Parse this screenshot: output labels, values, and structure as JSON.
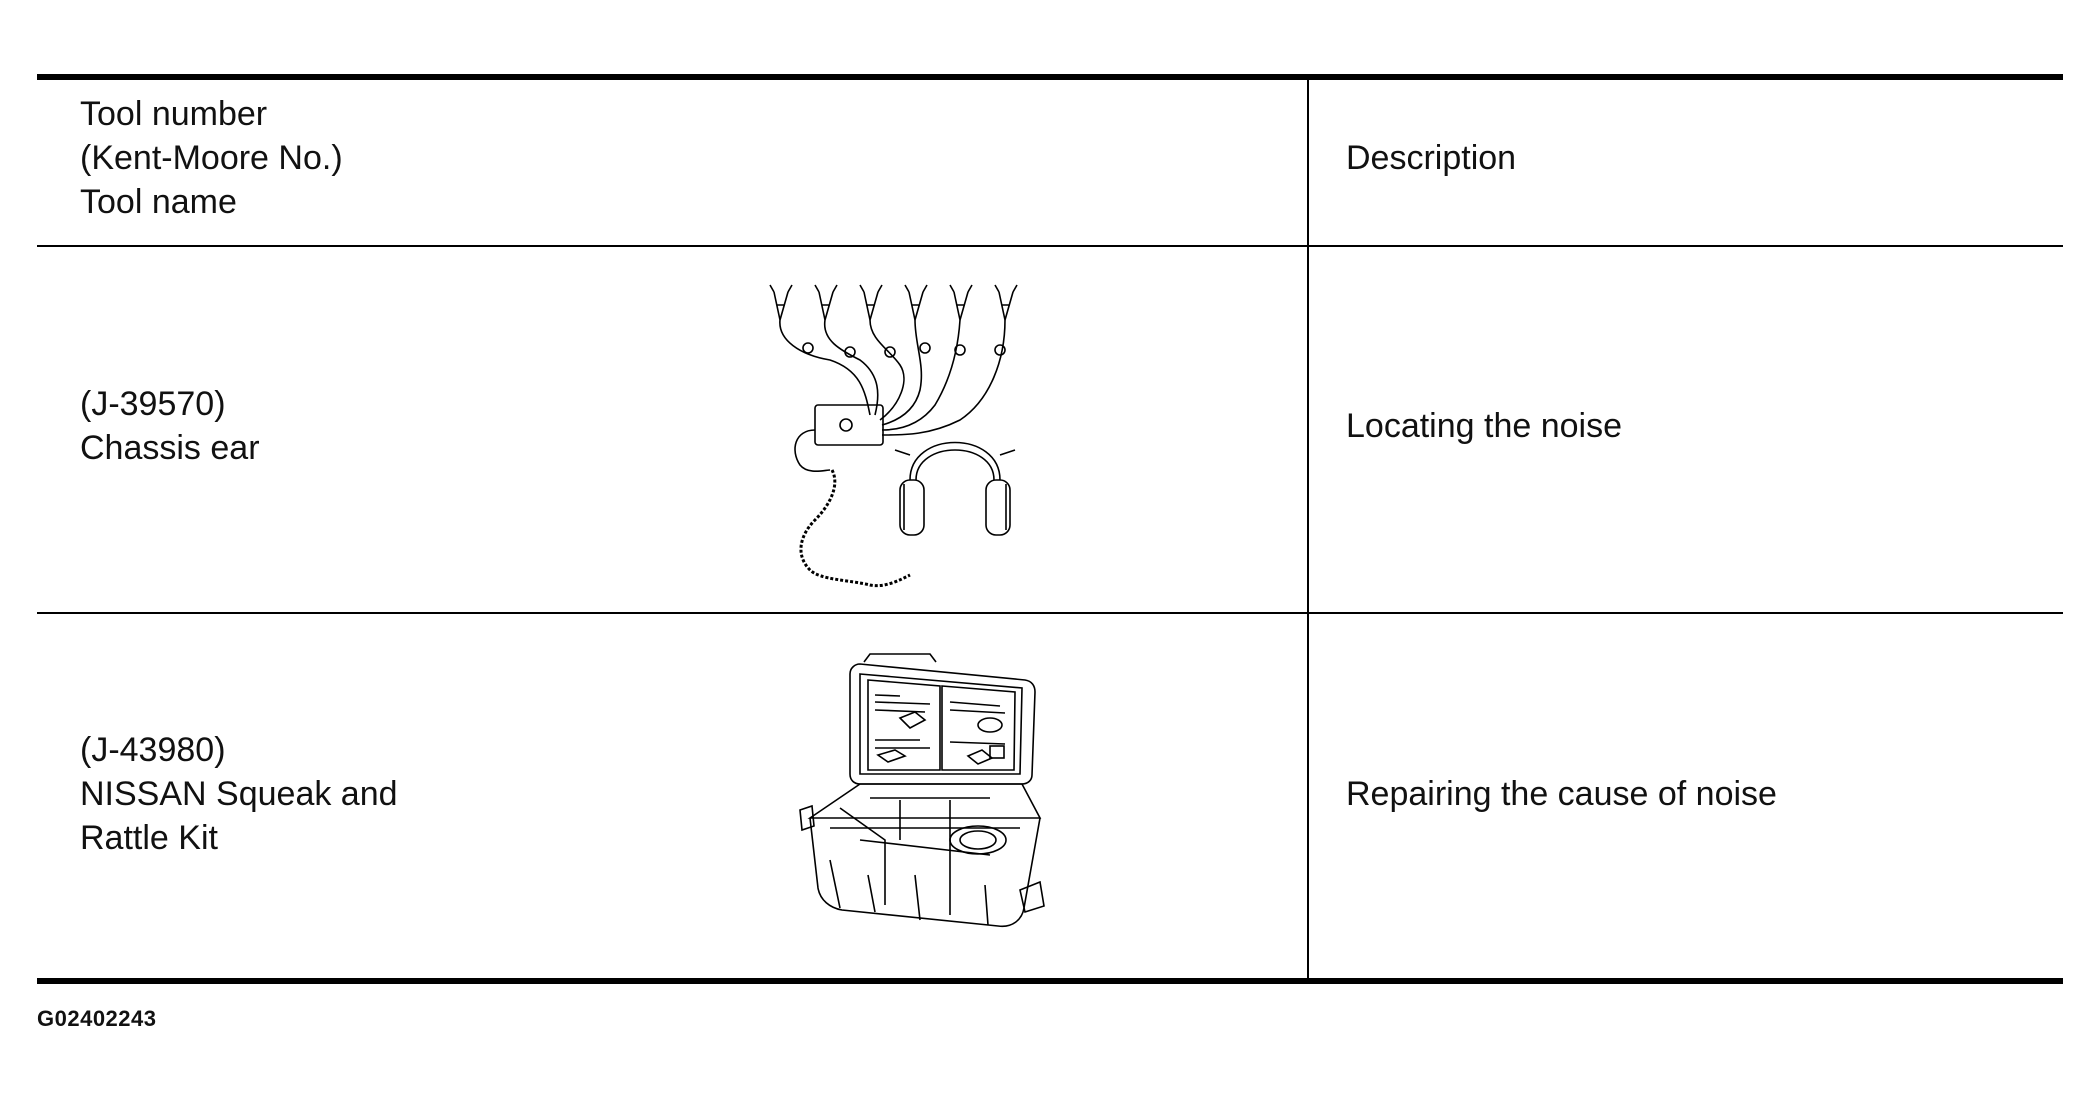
{
  "table": {
    "header": {
      "tool_lines": [
        "Tool number",
        "(Kent-Moore No.)",
        "Tool name"
      ],
      "description": "Description"
    },
    "rows": [
      {
        "tool_lines": [
          "(J-39570)",
          "Chassis ear"
        ],
        "description": "Locating the noise",
        "illustration": "chassis-ear-icon"
      },
      {
        "tool_lines": [
          "(J-43980)",
          "NISSAN Squeak and",
          "Rattle Kit"
        ],
        "description": "Repairing the cause of noise",
        "illustration": "squeak-rattle-kit-case-icon"
      }
    ]
  },
  "figure_code": "G02402243"
}
